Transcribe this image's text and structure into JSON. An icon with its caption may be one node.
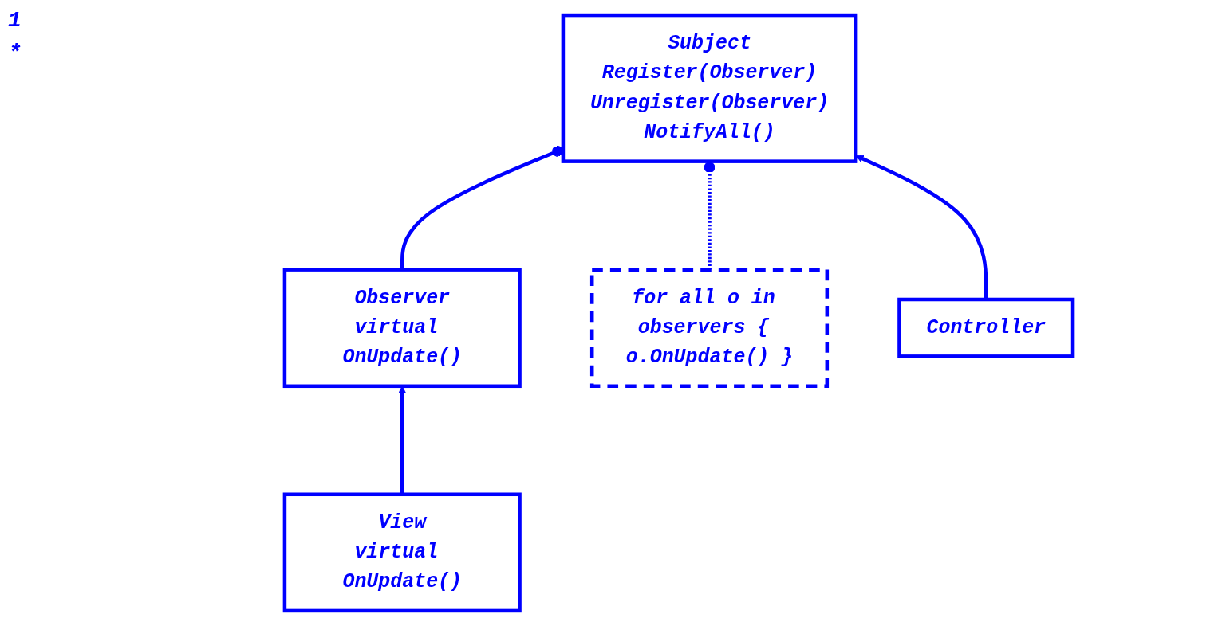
{
  "diagram": {
    "nodes": [
      {
        "text": [
          "Subject",
          "Register(Observer)",
          "Unregister(Observer)",
          "NotifyAll()"
        ]
      },
      {
        "text": [
          "Observer",
          "virtual OnUpdate()"
        ]
      },
      {
        "text": [
          "for all o in observers { o.OnUpdate() }"
        ]
      },
      {
        "text": [
          "Controller"
        ]
      },
      {
        "text": [
          "View",
          "virtual OnUpdate()"
        ]
      }
    ],
    "edges": [
      {
        "from": 1,
        "to": 0,
        "arrow": "other"
      },
      {
        "from": 2,
        "to": 0,
        "arrow": "other",
        "style": "dashed"
      },
      {
        "from": 3,
        "to": 0,
        "arrow": "to"
      },
      {
        "from": 4,
        "to": 1,
        "arrow": "to"
      }
    ],
    "labels": [
      "1",
      "*"
    ]
  }
}
